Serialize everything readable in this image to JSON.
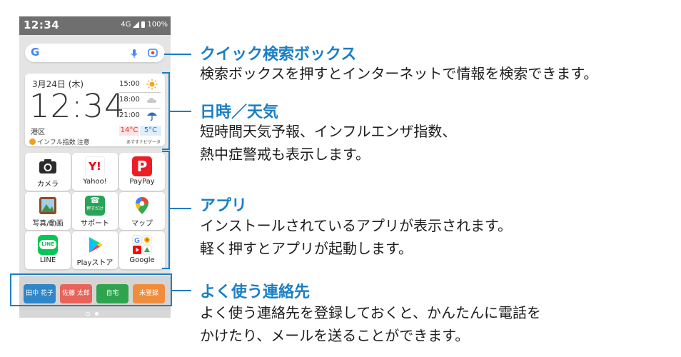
{
  "status_bar": {
    "time": "12:34",
    "network": "4G",
    "battery": "100%"
  },
  "search_box": {
    "logo": "G",
    "mic_icon": "mic-icon",
    "lens_icon": "camera-lens-icon"
  },
  "clock_widget": {
    "date": "3月24日 (木)",
    "time": "12:34",
    "location": "港区",
    "forecast": [
      {
        "time": "15:00",
        "icon": "sun-icon"
      },
      {
        "time": "18:00",
        "icon": "cloud-icon"
      },
      {
        "time": "21:00",
        "icon": "umbrella-icon"
      }
    ],
    "temp_high": "14°C",
    "temp_low": "5°C",
    "flu_label": "インフル指数",
    "flu_level": "注意",
    "brand": "あすすナビゲータ"
  },
  "apps": [
    {
      "label": "カメラ",
      "icon": "camera-icon"
    },
    {
      "label": "Yahoo!",
      "icon": "yahoo-icon",
      "icon_text": "Y!"
    },
    {
      "label": "PayPay",
      "icon": "paypay-icon",
      "icon_text": "P"
    },
    {
      "label": "写真/動画",
      "icon": "photos-icon"
    },
    {
      "label": "サポート",
      "icon": "support-icon",
      "icon_text": "押すだけ"
    },
    {
      "label": "マップ",
      "icon": "maps-pin-icon"
    },
    {
      "label": "LINE",
      "icon": "line-icon",
      "icon_text": "LINE"
    },
    {
      "label": "Playストア",
      "icon": "play-store-icon"
    },
    {
      "label": "Google",
      "icon": "google-folder-icon"
    }
  ],
  "contacts": [
    {
      "label": "田中 花子",
      "color": "#2f86c8"
    },
    {
      "label": "佐藤 太郎",
      "color": "#e8635a"
    },
    {
      "label": "自宅",
      "color": "#2ea44f"
    },
    {
      "label": "未登録",
      "color": "#f08d3c"
    }
  ],
  "callouts": [
    {
      "title": "クイック検索ボックス",
      "desc": [
        "検索ボックスを押すとインターネットで情報を検索できます。"
      ]
    },
    {
      "title": "日時／天気",
      "desc": [
        "短時間天気予報、インフルエンザ指数、",
        "熱中症警戒も表示します。"
      ]
    },
    {
      "title": "アプリ",
      "desc": [
        "インストールされているアプリが表示されます。",
        "軽く押すとアプリが起動します。"
      ]
    },
    {
      "title": "よく使う連絡先",
      "desc": [
        "よく使う連絡先を登録しておくと、かんたんに電話を",
        "かけたり、メールを送ることができます。"
      ]
    }
  ],
  "colors": {
    "annotation": "#1a7fc4",
    "status_bar": "#6f6f6f",
    "phone_bg": "#e4e4e4"
  }
}
